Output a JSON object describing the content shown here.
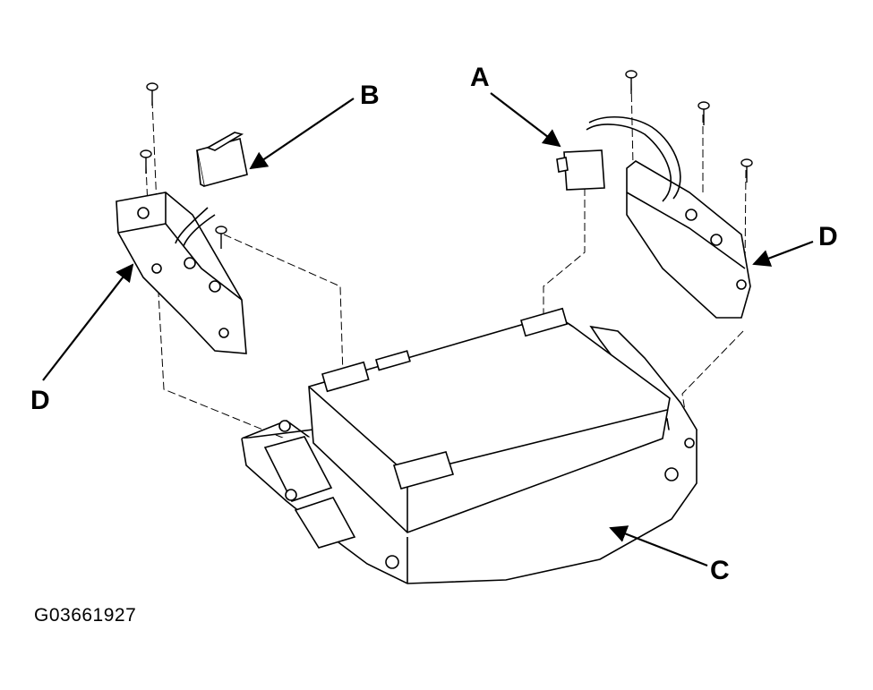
{
  "callouts": {
    "a": "A",
    "b": "B",
    "c": "C",
    "d_left": "D",
    "d_right": "D"
  },
  "figure_id": "G03661927",
  "colors": {
    "line": "#000000",
    "fill": "#ffffff",
    "shade": "#e6e6e6"
  }
}
